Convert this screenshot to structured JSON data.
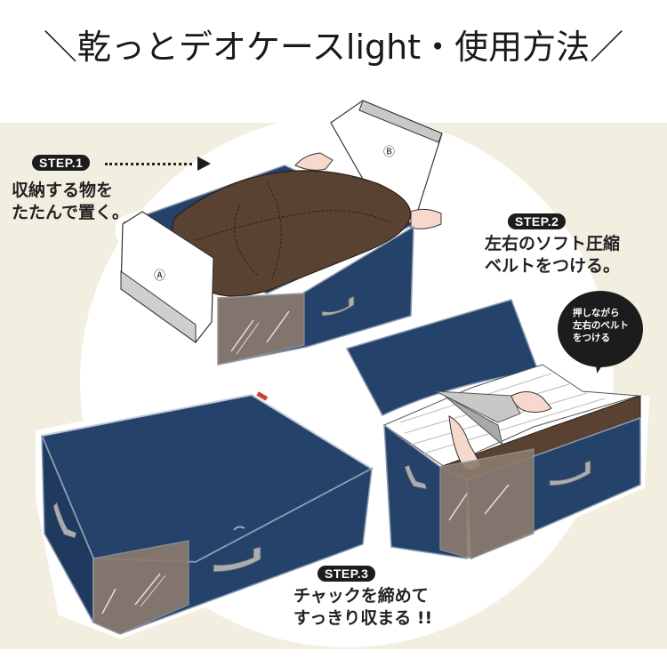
{
  "header": {
    "title": "＼乾っとデオケースlight・使用方法／"
  },
  "steps": [
    {
      "badge": "STEP.1",
      "lines": [
        "収納する物を",
        "たたんで置く。"
      ],
      "labels": {
        "a": "Ⓐ",
        "b": "Ⓑ"
      }
    },
    {
      "badge": "STEP.2",
      "lines": [
        "左右のソフト圧縮",
        "ベルトをつける。"
      ],
      "bubble": [
        "押しながら",
        "左右のベルト",
        "をつける"
      ]
    },
    {
      "badge": "STEP.3",
      "lines": [
        "チャックを締めて",
        "すっきり収まる !!"
      ]
    }
  ],
  "colors": {
    "background_band": "#f2eee0",
    "box_navy": "#24426a",
    "clothes_brown": "#5a4232",
    "badge_black": "#1c1c1c",
    "window_clear": "#8c7b6e",
    "tag_red": "#c8452a"
  }
}
